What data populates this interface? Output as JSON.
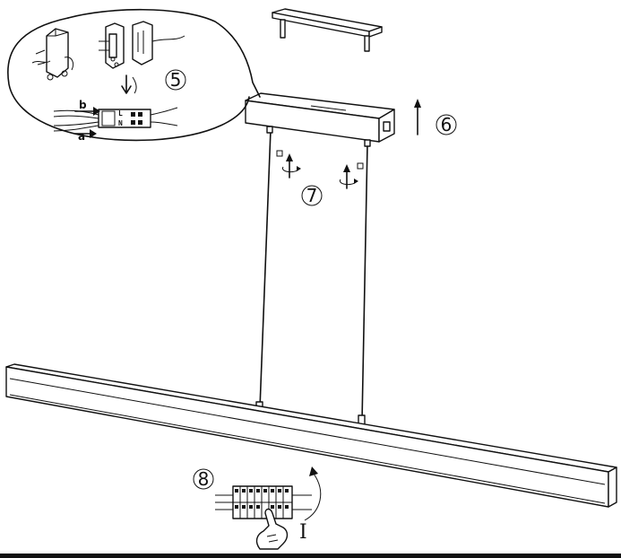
{
  "steps": {
    "step5": "5",
    "step6": "6",
    "step7": "7",
    "step8": "8"
  },
  "wire_labels": {
    "wire_b": "b",
    "wire_a": "a",
    "terminal_l": "L",
    "terminal_n": "N"
  },
  "switch_mark": "I",
  "icons": [
    "mounting-bracket-icon",
    "canopy-icon",
    "rotate-arrow-icon",
    "up-arrow-icon",
    "hand-icon",
    "terminal-block-icon",
    "lamp-bar-icon"
  ],
  "colors": {
    "line": "#111111",
    "background": "#ffffff"
  }
}
